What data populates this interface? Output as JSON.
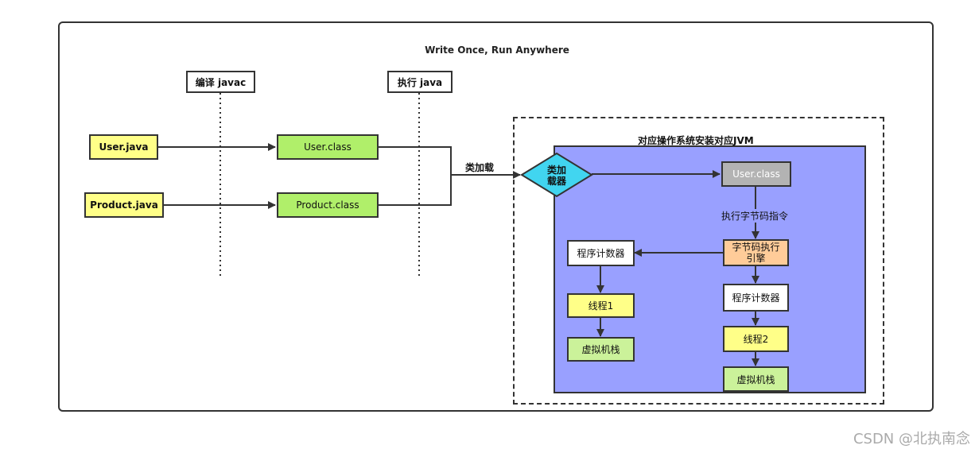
{
  "title": "Write Once, Run Anywhere",
  "stages": {
    "compile": "编译 javac",
    "execute": "执行 java"
  },
  "sources": {
    "user_java": "User.java",
    "product_java": "Product.java"
  },
  "classes": {
    "user_class": "User.class",
    "product_class": "Product.class"
  },
  "load_label": "类加载",
  "jvm": {
    "title": "对应操作系统安装对应JVM",
    "loader": "类加\n载器",
    "loaded_class": "User.class",
    "exec_instr": "执行字节码指令",
    "engine": "字节码执行\n引擎",
    "left": {
      "pc": "程序计数器",
      "thread": "线程1",
      "stack": "虚拟机栈"
    },
    "right": {
      "pc": "程序计数器",
      "thread": "线程2",
      "stack": "虚拟机栈"
    }
  },
  "watermark": "CSDN @北执南念"
}
